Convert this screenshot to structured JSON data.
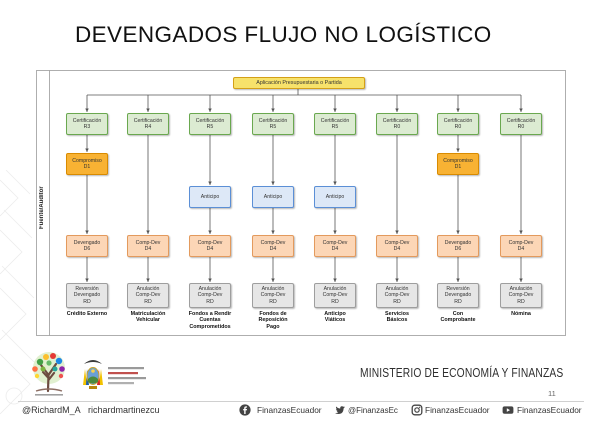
{
  "slide": {
    "title": "DEVENGADOS FLUJO NO LOGÍSTICO",
    "ministry": "MINISTERIO DE ECONOMÍA Y FINANZAS",
    "page_number": "11"
  },
  "diagram": {
    "lane_label": "Fuente/Auditor",
    "root": "Aplicación Presupuestaria o Partida",
    "columns": [
      {
        "certificacion": "Certificación\nR3",
        "compromiso": "Compromiso\nD1",
        "registro": "Devengado\nD6",
        "reverso": "Reversión\nDevengado\nRD",
        "caso": "Crédito Externo"
      },
      {
        "certificacion": "Certificación\nR4",
        "registro": "Comp-Dev\nD4",
        "reverso": "Anulación\nComp-Dev\nRD",
        "caso": "Matriculación\nVehicular"
      },
      {
        "certificacion": "Certificación\nR5",
        "anticipo": "Anticipo",
        "registro": "Comp-Dev\nD4",
        "reverso": "Anulación\nComp-Dev\nRD",
        "caso": "Fondos a Rendir\nCuentas\nComprometidos"
      },
      {
        "certificacion": "Certificación\nR5",
        "anticipo": "Anticipo",
        "registro": "Comp-Dev\nD4",
        "reverso": "Anulación\nComp-Dev\nRD",
        "caso": "Fondos de\nReposición\nPago"
      },
      {
        "certificacion": "Certificación\nR5",
        "anticipo": "Anticipo",
        "registro": "Comp-Dev\nD4",
        "reverso": "Anulación\nComp-Dev\nRD",
        "caso": "Anticipo\nViáticos"
      },
      {
        "certificacion": "Certificación\nR0",
        "registro": "Comp-Dev\nD4",
        "reverso": "Anulación\nComp-Dev\nRD",
        "caso": "Servicios\nBásicos"
      },
      {
        "certificacion": "Certificación\nR0",
        "compromiso": "Compromiso\nD1",
        "registro": "Devengado\nD6",
        "reverso": "Reversión\nDevengado\nRD",
        "caso": "Con\nComprobante"
      },
      {
        "certificacion": "Certificación\nR0",
        "registro": "Comp-Dev\nD4",
        "reverso": "Anulación\nComp-Dev\nRD",
        "caso": "Nómina"
      }
    ]
  },
  "logos": {
    "left": "tree-logo",
    "right": "ecuador-coat-of-arms-logo"
  },
  "footer": {
    "personal_twitter": "@RichardM_A",
    "personal_site": "richardmartinezcu",
    "social": [
      {
        "icon": "facebook-icon",
        "label": "FinanzasEcuador"
      },
      {
        "icon": "twitter-icon",
        "label": "@FinanzasEc"
      },
      {
        "icon": "instagram-icon",
        "label": "FinanzasEcuador"
      },
      {
        "icon": "youtube-icon",
        "label": "FinanzasEcuador"
      }
    ]
  },
  "colors": {
    "root_fill": "#f7e26b",
    "root_border": "#d4a017",
    "cert_fill": "#dcebd2",
    "cert_border": "#6aa84f",
    "comp_fill": "#f8b233",
    "comp_border": "#d98b00",
    "anti_fill": "#dde8f7",
    "anti_border": "#5b8fd6",
    "reg_fill": "#fcd6b6",
    "reg_border": "#e39a5d",
    "rev_fill": "#e6e6e6",
    "rev_border": "#9e9e9e",
    "connector": "#555555"
  }
}
